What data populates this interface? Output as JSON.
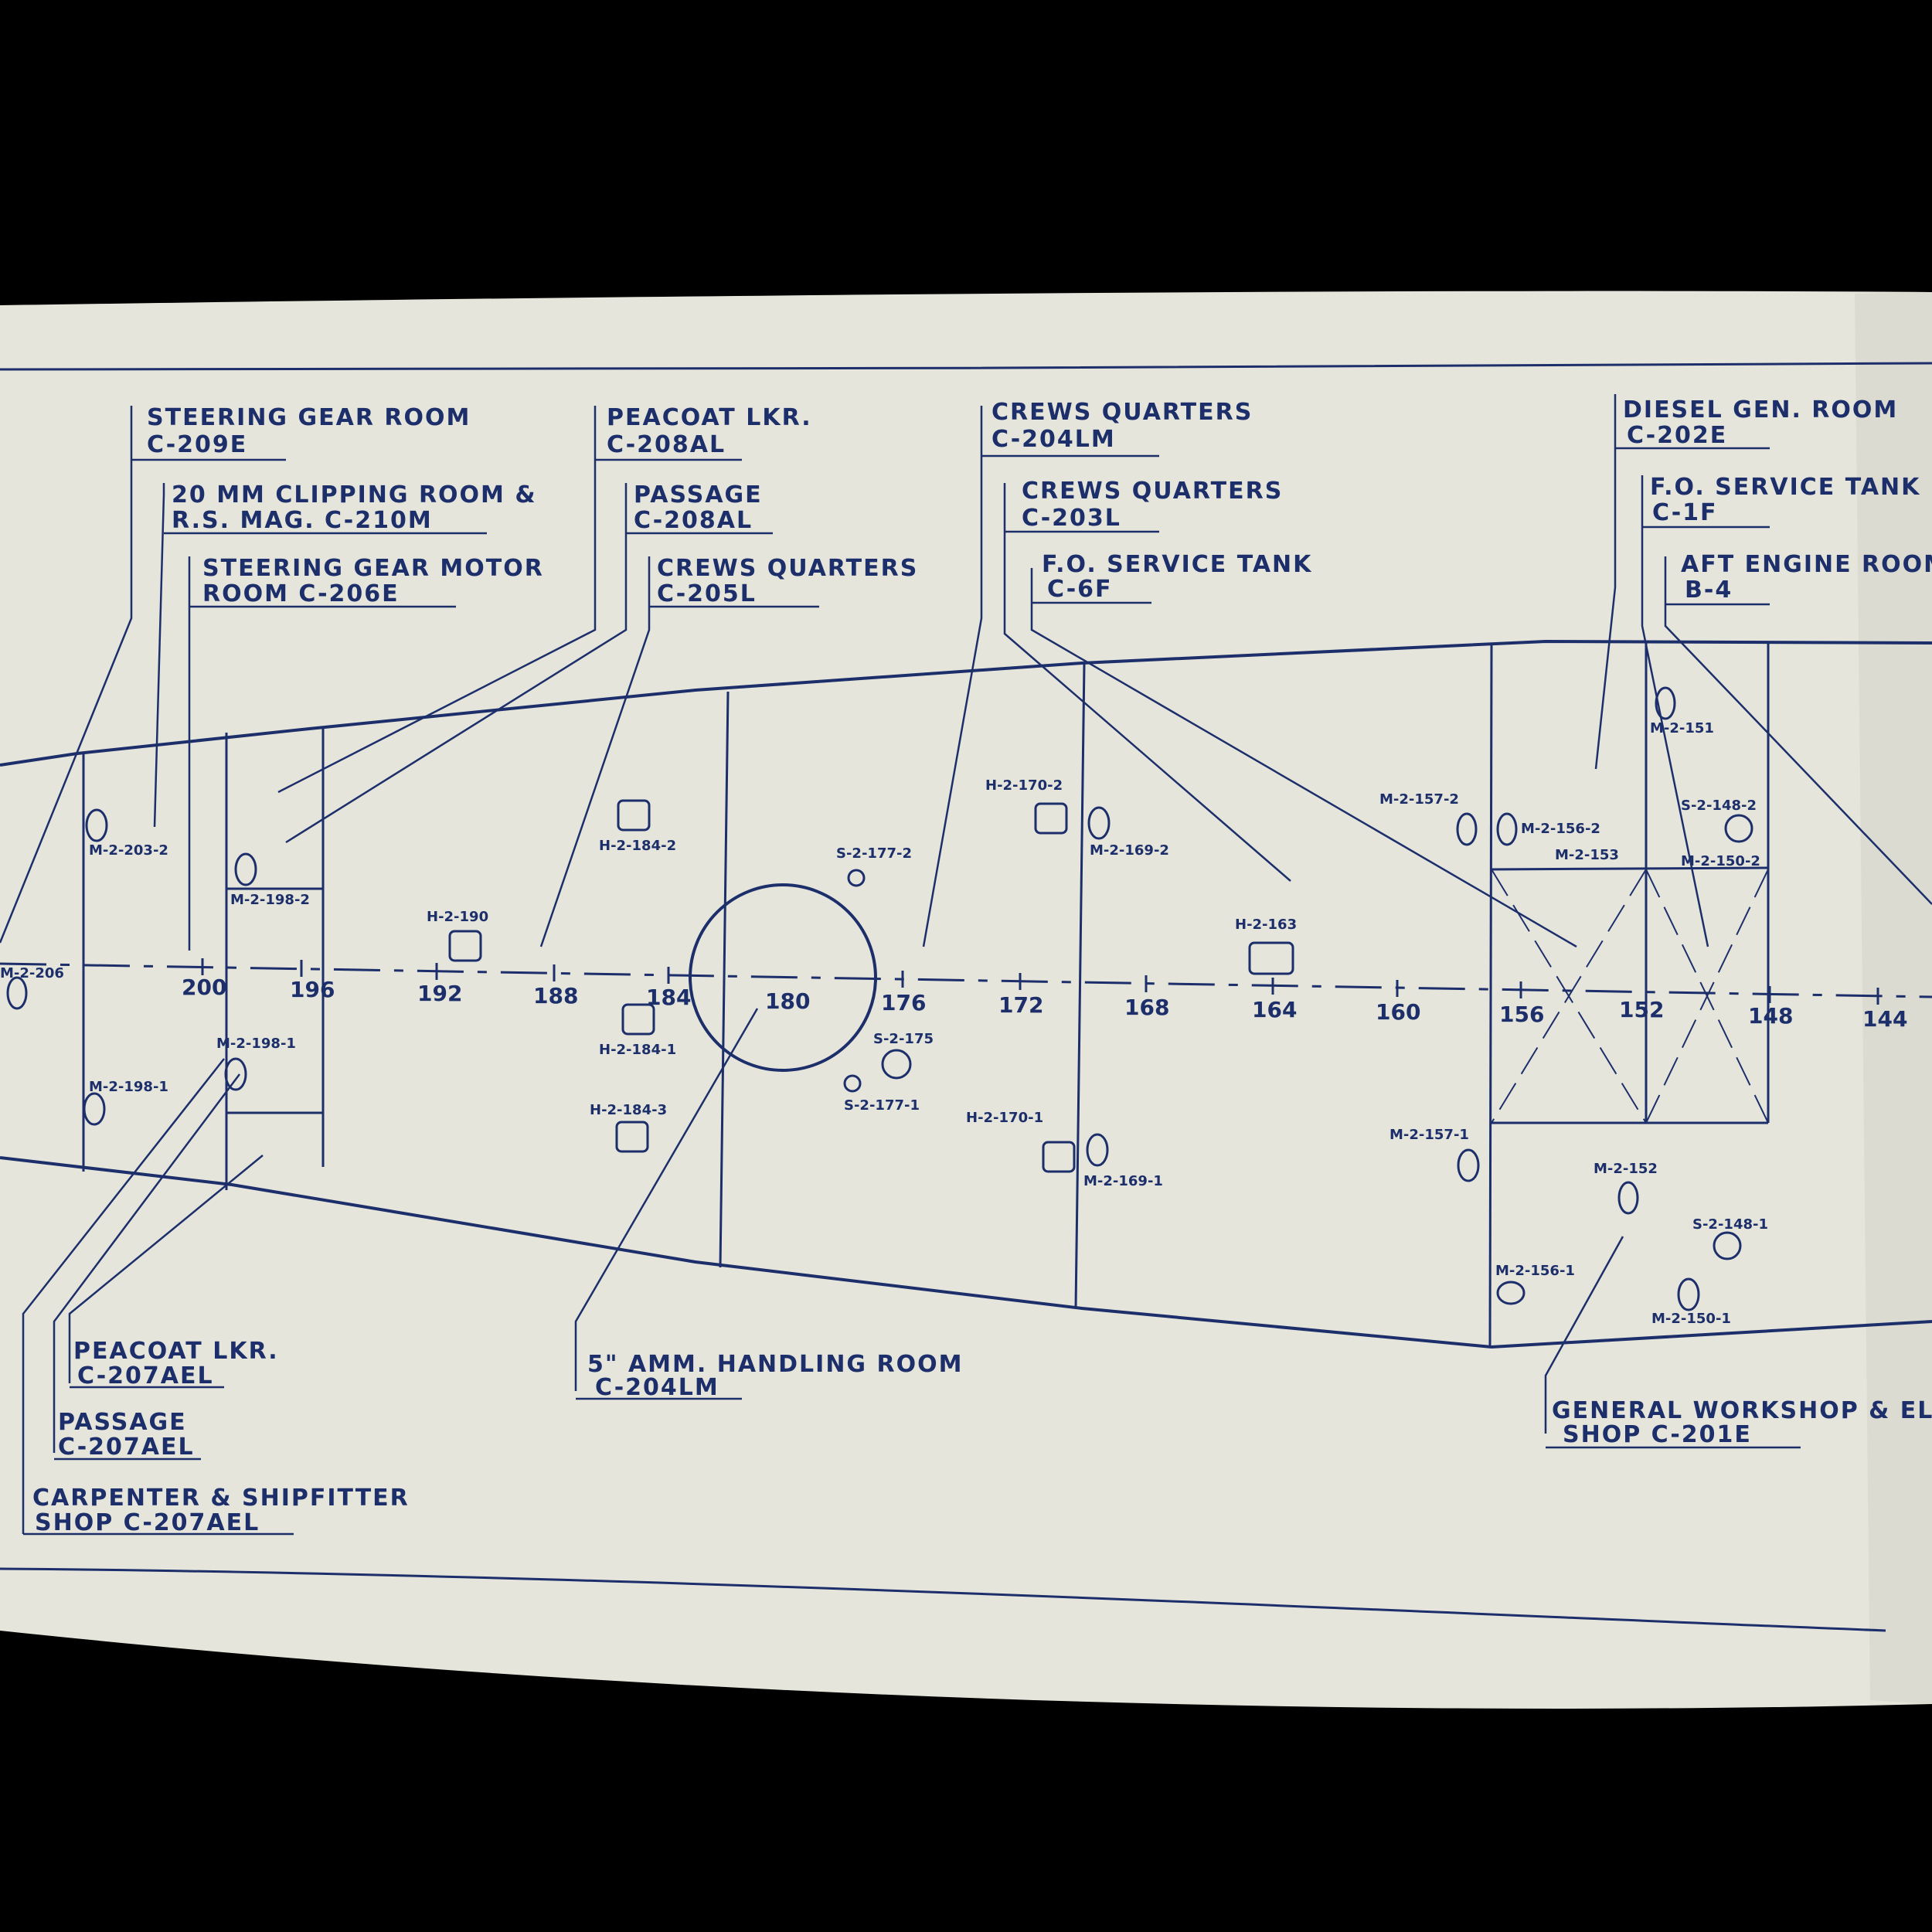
{
  "colors": {
    "paper": "#e5e5db",
    "ink": "#1d2f6b",
    "background": "#000000"
  },
  "labels_top": {
    "steering_gear_room": [
      "STEERING GEAR ROOM",
      "C-209E"
    ],
    "clipping_room": [
      "20 MM CLIPPING ROOM &",
      "R.S. MAG. C-210M"
    ],
    "steering_motor_room": [
      "STEERING GEAR MOTOR",
      "ROOM C-206E"
    ],
    "peacoat_lkr_top": [
      "PEACOAT LKR.",
      "C-208AL"
    ],
    "passage_top": [
      "PASSAGE",
      "C-208AL"
    ],
    "crews_quarters_205": [
      "CREWS QUARTERS",
      "C-205L"
    ],
    "crews_quarters_204": [
      "CREWS QUARTERS",
      "C-204LM"
    ],
    "crews_quarters_203": [
      "CREWS QUARTERS",
      "C-203L"
    ],
    "fo_service_tank_6f": [
      "F.O. SERVICE TANK",
      "C-6F"
    ],
    "diesel_gen_room": [
      "DIESEL GEN. ROOM",
      "C-202E"
    ],
    "fo_service_tank_1f": [
      "F.O. SERVICE TANK",
      "C-1F"
    ],
    "aft_engine_room": [
      "AFT ENGINE ROOM",
      "B-4"
    ]
  },
  "labels_bottom": {
    "peacoat_lkr_bottom": [
      "PEACOAT LKR.",
      "C-207AEL"
    ],
    "passage_bottom": [
      "PASSAGE",
      "C-207AEL"
    ],
    "carpenter_shop": [
      "CARPENTER & SHIPFITTER",
      "SHOP C-207AEL"
    ],
    "amm_handling_room": [
      "5\" AMM. HANDLING ROOM",
      "C-204LM"
    ],
    "general_workshop": [
      "GENERAL WORKSHOP & ELEC.",
      "SHOP C-201E"
    ]
  },
  "frames": [
    "200",
    "196",
    "192",
    "188",
    "184",
    "180",
    "176",
    "172",
    "168",
    "164",
    "160",
    "156",
    "152",
    "148",
    "144"
  ],
  "fixtures": {
    "m206": "M-2-206",
    "m203_2": "M-2-203-2",
    "m198_2": "M-2-198-2",
    "m198_1a": "M-2-198-1",
    "m198_1b": "M-2-198-1",
    "h190": "H-2-190",
    "h184_2": "H-2-184-2",
    "h184_1": "H-2-184-1",
    "h184_3": "H-2-184-3",
    "s177_2": "S-2-177-2",
    "s175": "S-2-175",
    "s177_1": "S-2-177-1",
    "h170_2": "H-2-170-2",
    "m169_2": "M-2-169-2",
    "h170_1": "H-2-170-1",
    "m169_1": "M-2-169-1",
    "h163": "H-2-163",
    "m157_2": "M-2-157-2",
    "m156_2": "M-2-156-2",
    "m153": "M-2-153",
    "m151": "M-2-151",
    "s148_2": "S-2-148-2",
    "m150_2": "M-2-150-2",
    "m157_1": "M-2-157-1",
    "m152": "M-2-152",
    "s148_1": "S-2-148-1",
    "m156_1": "M-2-156-1",
    "m150_1": "M-2-150-1"
  }
}
